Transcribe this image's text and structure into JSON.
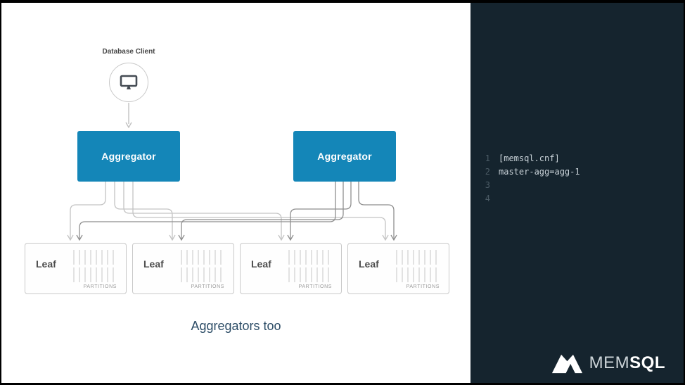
{
  "slide": {
    "client_label": "Database Client",
    "aggregator_left": "Aggregator",
    "aggregator_right": "Aggregator",
    "leaves": [
      {
        "label": "Leaf",
        "partitions_label": "PARTITIONS"
      },
      {
        "label": "Leaf",
        "partitions_label": "PARTITIONS"
      },
      {
        "label": "Leaf",
        "partitions_label": "PARTITIONS"
      },
      {
        "label": "Leaf",
        "partitions_label": "PARTITIONS"
      }
    ],
    "caption": "Aggregators too"
  },
  "code_panel": {
    "lines": [
      {
        "number": "1",
        "text": "[memsql.cnf]"
      },
      {
        "number": "2",
        "text": "master-agg=agg-1"
      },
      {
        "number": "3",
        "text": ""
      },
      {
        "number": "4",
        "text": ""
      }
    ]
  },
  "logo": {
    "prefix": "MEM",
    "suffix": "SQL"
  },
  "colors": {
    "aggregator_blue": "#1486b8",
    "panel_dark": "#15242e",
    "caption_navy": "#2c4c66",
    "connector_light": "#c4c4c4",
    "connector_dark": "#8e8e8e",
    "code_text": "#c9d2d8",
    "line_number_gray": "#4c5c66",
    "leaf_border": "#c9c9c9",
    "leaf_text": "#4d4d4d",
    "partition_bar": "#e2e2e2",
    "partitions_text": "#9a9a9a"
  }
}
